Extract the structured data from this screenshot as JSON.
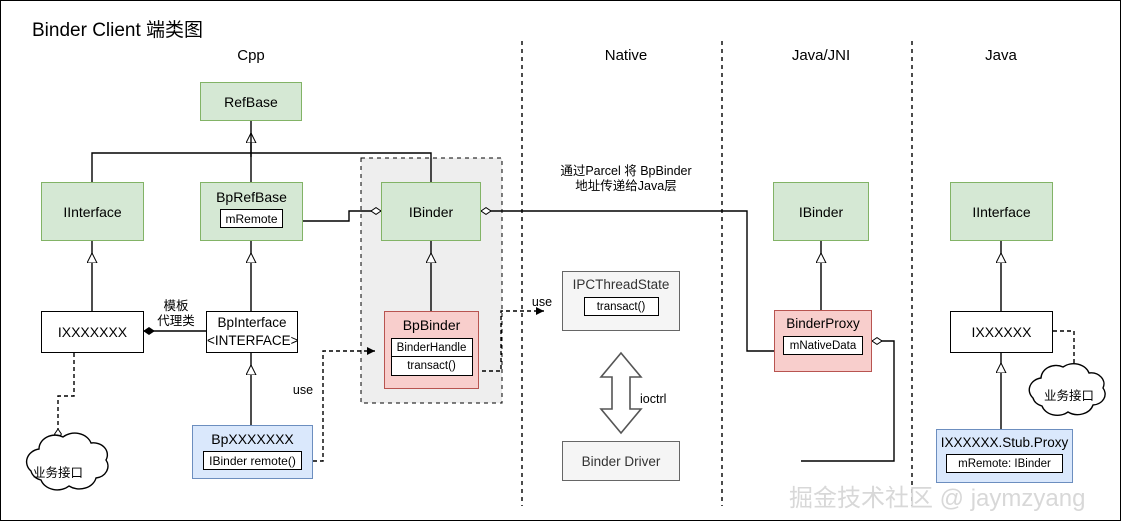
{
  "diagram": {
    "title": "Binder Client 端类图",
    "watermark": "掘金技术社区 @ jaymzyang",
    "colors": {
      "green_fill": "#d5e8d4",
      "green_stroke": "#82b366",
      "red_fill": "#f8cecc",
      "red_stroke": "#b85450",
      "blue_fill": "#dae8fc",
      "blue_stroke": "#6c8ebf",
      "grey_fill": "#f5f5f5",
      "grey_stroke": "#666666",
      "plain_fill": "#ffffff",
      "plain_stroke": "#000000",
      "group_fill": "#eeeeee"
    }
  },
  "lanes": [
    {
      "label": "Cpp"
    },
    {
      "label": "Native"
    },
    {
      "label": "Java/JNI"
    },
    {
      "label": "Java"
    }
  ],
  "nodes": {
    "refbase": {
      "title": "RefBase"
    },
    "iinterface_cpp": {
      "title": "IInterface"
    },
    "bprefbase": {
      "title": "BpRefBase",
      "attrs": [
        "mRemote"
      ]
    },
    "ibinder_cpp": {
      "title": "IBinder"
    },
    "ixxxxxxx": {
      "title": "IXXXXXXX"
    },
    "bpinterface": {
      "title": "BpInterface",
      "title2": "<INTERFACE>"
    },
    "bpbinder": {
      "title": "BpBinder",
      "attrs": [
        "BinderHandle",
        "transact()"
      ]
    },
    "bpxxxxxxx": {
      "title": "BpXXXXXXX",
      "attrs": [
        "IBinder remote()"
      ]
    },
    "ipcthreadstate": {
      "title": "IPCThreadState",
      "attrs": [
        "transact()"
      ]
    },
    "binderdriver": {
      "title": "Binder Driver"
    },
    "ibinder_java": {
      "title": "IBinder"
    },
    "binderproxy": {
      "title": "BinderProxy",
      "attrs": [
        "mNativeData"
      ]
    },
    "iinterface_java": {
      "title": "IInterface"
    },
    "ixxxxxx": {
      "title": "IXXXXXX"
    },
    "stubproxy": {
      "title": "IXXXXXX.Stub.Proxy",
      "attrs": [
        "mRemote: IBinder"
      ]
    }
  },
  "clouds": [
    {
      "id": "cloud-left",
      "label": "业务接口"
    },
    {
      "id": "cloud-right",
      "label": "业务接口"
    }
  ],
  "edge_labels": {
    "parcel": "通过Parcel 将 BpBinder\n地址传递给Java层",
    "parcel_l1": "通过Parcel 将 BpBinder",
    "parcel_l2": "地址传递给Java层",
    "template": "模板\n代理类",
    "template_l1": "模板",
    "template_l2": "代理类",
    "use_1": "use",
    "use_2": "use",
    "ioctrl": "ioctrl"
  }
}
